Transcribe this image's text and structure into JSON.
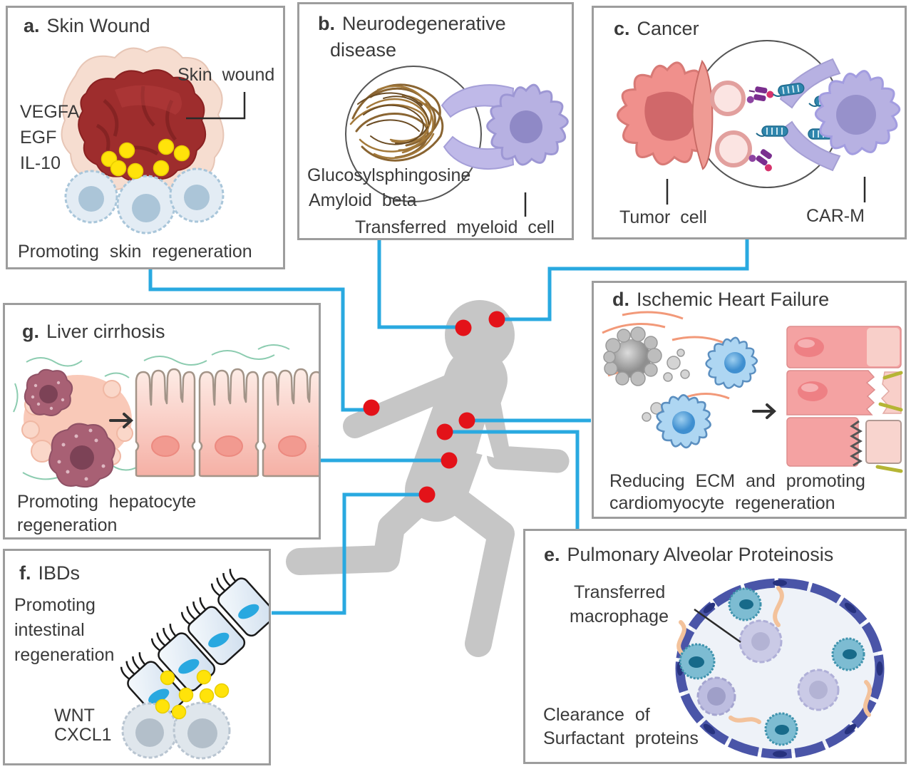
{
  "figure_type": "scientific-diagram",
  "colors": {
    "connector_line": "#29a9e0",
    "injection_marker": "#e31219",
    "body_figure": "#c6c6c6",
    "panel_border": "#9d9d9d",
    "text": "#3a3a3a",
    "signal_dot_yellow": "#ffe30a"
  },
  "panels": {
    "a": {
      "letter": "a.",
      "title": "Skin Wound",
      "wound_label": "Skin wound",
      "molecules": [
        "VEGFA",
        "EGF",
        "IL-10"
      ],
      "caption": "Promoting skin regeneration"
    },
    "b": {
      "letter": "b.",
      "title_line1": "Neurodegenerative",
      "title_line2": "disease",
      "aggregate_labels": [
        "Glucosylsphingosine",
        "Amyloid beta"
      ],
      "cell_label": "Transferred myeloid cell"
    },
    "c": {
      "letter": "c.",
      "title": "Cancer",
      "tumor_label": "Tumor cell",
      "car_label": "CAR-M"
    },
    "d": {
      "letter": "d.",
      "title": "Ischemic Heart Failure",
      "caption_lines": [
        "Reducing ECM and promoting",
        "cardiomyocyte regeneration"
      ]
    },
    "e": {
      "letter": "e.",
      "title": "Pulmonary Alveolar Proteinosis",
      "macrophage_label_lines": [
        "Transferred",
        "macrophage"
      ],
      "caption_lines": [
        "Clearance of",
        "Surfactant proteins"
      ]
    },
    "f": {
      "letter": "f.",
      "title": "IBDs",
      "caption_lines": [
        "Promoting",
        "intestinal",
        "regeneration"
      ],
      "molecules": [
        "WNT",
        "CXCL1"
      ]
    },
    "g": {
      "letter": "g.",
      "title": "Liver cirrhosis",
      "caption_lines": [
        "Promoting hepatocyte",
        "regeneration"
      ]
    }
  }
}
